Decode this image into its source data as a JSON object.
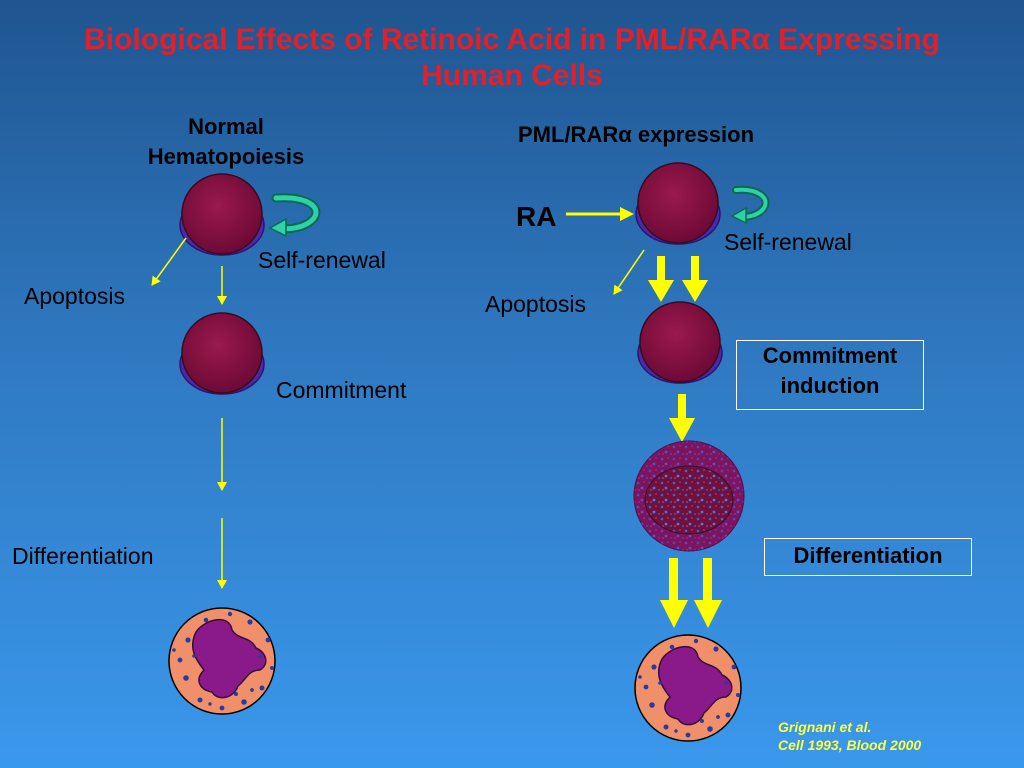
{
  "slide": {
    "title_line1": "Biological Effects of Retinoic Acid in PML/RARα Expressing",
    "title_line2": "Human Cells",
    "left_header_line1": "Normal",
    "left_header_line2": "Hematopoiesis",
    "right_header": "PML/RARα expression",
    "ra_label": "RA",
    "left_labels": {
      "self_renewal": "Self-renewal",
      "apoptosis": "Apoptosis",
      "commitment": "Commitment",
      "differentiation": "Differentiation"
    },
    "right_labels": {
      "self_renewal": "Self-renewal",
      "apoptosis": "Apoptosis",
      "commitment_line1": "Commitment",
      "commitment_line2": "induction",
      "differentiation": "Differentiation"
    },
    "citation_line1": "Grignani et al.",
    "citation_line2": "Cell 1993,  Blood 2000"
  },
  "colors": {
    "title": "#e0202a",
    "cell_body": "#7a0a3c",
    "cell_rim": "#4a2aa8",
    "arrow_yellow": "#ffff00",
    "self_renewal_arrow": "#20b090",
    "neutrophil_body": "#f0906a",
    "neutrophil_nucleus": "#8a1a8a",
    "granule": "#2a3aa0",
    "citation": "#ffff3c"
  }
}
